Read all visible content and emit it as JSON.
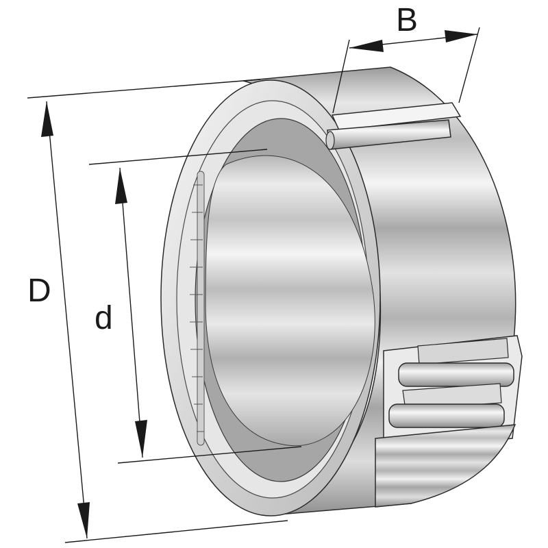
{
  "labels": {
    "outer_diameter": "D",
    "inner_diameter": "d",
    "width": "B"
  },
  "colors": {
    "line": "#1a1a1a",
    "steel_light": "#f2f2f2",
    "steel_mid": "#c8c8c8",
    "steel_dark": "#8a8a8a",
    "background": "#ffffff"
  }
}
